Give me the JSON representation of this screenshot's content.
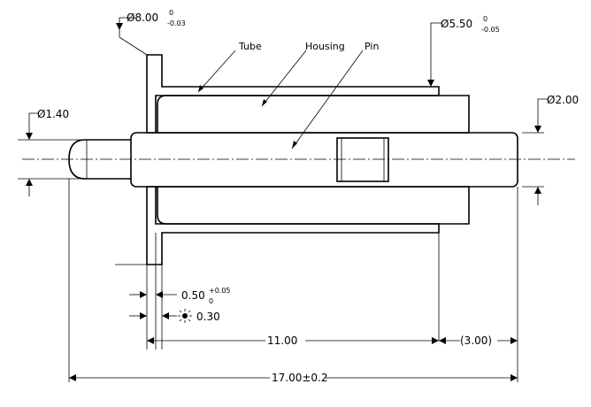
{
  "labels": {
    "tube": "Tube",
    "housing": "Housing",
    "pin": "Pin"
  },
  "dimensions": {
    "flange_dia_prefix": "Ø8.00",
    "flange_dia_upper": "0",
    "flange_dia_lower": "-0.03",
    "tube_dia_prefix": "Ø5.50",
    "tube_dia_upper": "0",
    "tube_dia_lower": "-0.05",
    "pin_tip_dia": "Ø1.40",
    "pin_dia": "Ø2.00",
    "flange_thickness_prefix": "0.50",
    "flange_thickness_upper": "+0.05",
    "flange_thickness_lower": "0",
    "wall_thickness": "0.30",
    "length_main": "11.00",
    "length_ref": "(3.00)",
    "length_total": "17.00±0.2"
  },
  "colors": {
    "line": "#000000",
    "background": "#ffffff"
  }
}
